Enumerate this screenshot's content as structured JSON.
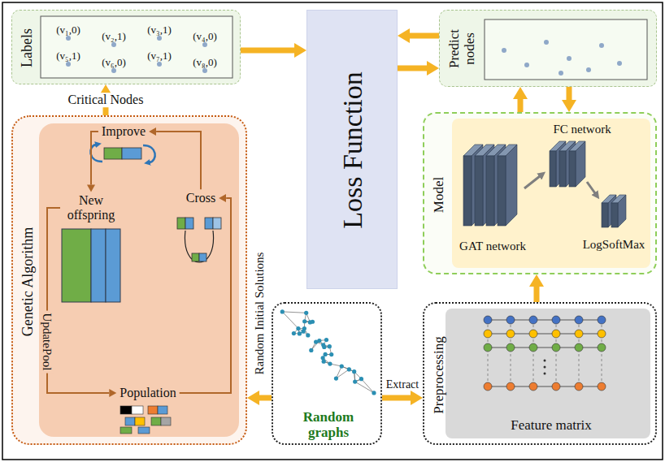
{
  "diagram": {
    "nodes": [
      {
        "text": [
          "Labels"
        ]
      },
      {
        "text": [
          "Loss Function"
        ]
      },
      {
        "text": [
          "Predict nodes"
        ]
      },
      {
        "text": [
          "Genetic Algorithm"
        ]
      },
      {
        "text": [
          "Improve"
        ],
        "in": 3
      },
      {
        "text": [
          "New offspring"
        ],
        "in": 3
      },
      {
        "text": [
          "Cross"
        ],
        "in": 3
      },
      {
        "text": [
          "Population"
        ],
        "in": 3
      },
      {
        "text": [
          "Model"
        ]
      },
      {
        "text": [
          "Random graphs"
        ]
      },
      {
        "text": [
          "Preprocessing",
          "Feature matrix"
        ]
      }
    ],
    "edges": [
      {
        "from": 3,
        "to": 0,
        "arrow": "to",
        "label": "Critical Nodes"
      },
      {
        "from": 0,
        "to": 1,
        "arrow": "to"
      },
      {
        "from": 2,
        "to": 1,
        "arrow": "to"
      },
      {
        "from": 1,
        "to": 2,
        "arrow": "to"
      },
      {
        "from": 8,
        "to": 2,
        "arrow": "to"
      },
      {
        "from": 2,
        "to": 8,
        "arrow": "to"
      },
      {
        "from": 10,
        "to": 8,
        "arrow": "to"
      },
      {
        "from": 9,
        "to": 3,
        "arrow": "to",
        "label": "Random Initial Solutions"
      },
      {
        "from": 9,
        "to": 10,
        "arrow": "to",
        "label": "Extract"
      },
      {
        "from": 7,
        "to": 6,
        "arrow": "to"
      },
      {
        "from": 6,
        "to": 4,
        "arrow": "to"
      },
      {
        "from": 4,
        "to": 5,
        "arrow": "to"
      },
      {
        "from": 5,
        "to": 7,
        "arrow": "to",
        "label": "UpdatePool"
      }
    ],
    "labels": [
      "(v₁,0)",
      "(v₂,1)",
      "(v₃,1)",
      "(v₄,0)",
      "(v₅,1)",
      "(v₆,0)",
      "(v₇,1)",
      "(v₈,0)",
      "GAT network",
      "FC network",
      "LogSoftMax"
    ]
  }
}
